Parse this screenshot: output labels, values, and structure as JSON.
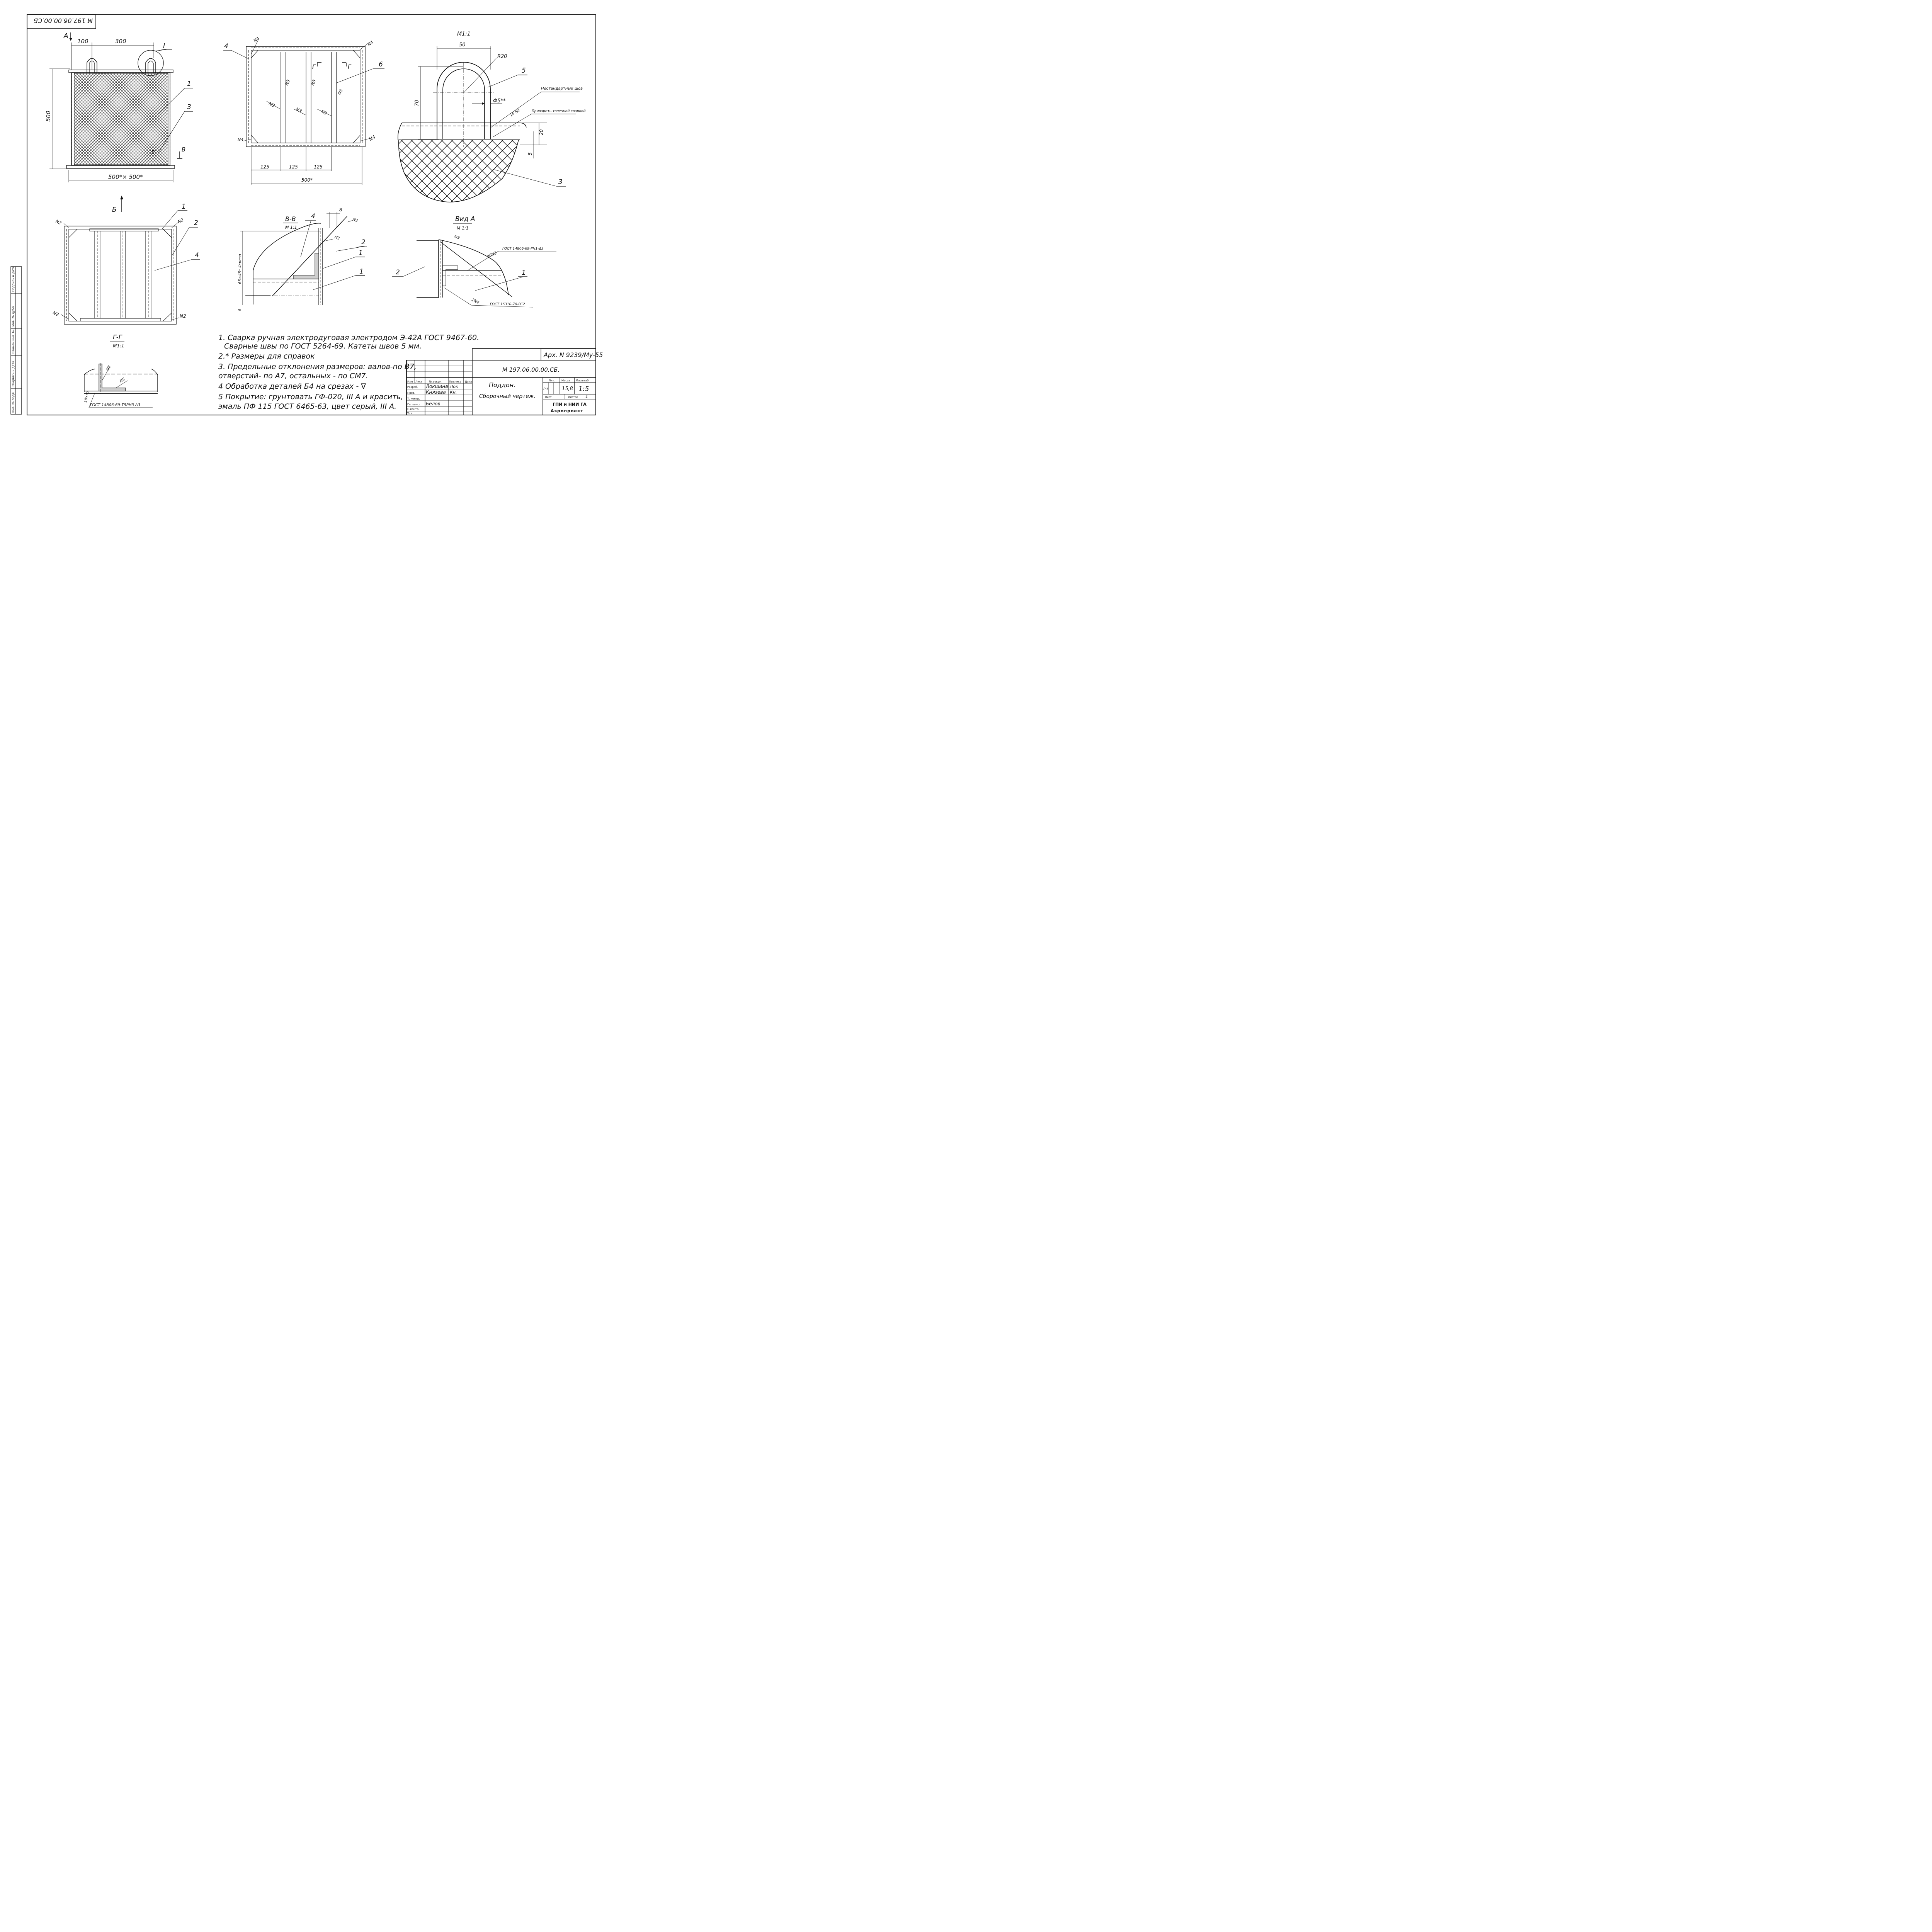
{
  "stamp_top": "М 197.06.00.00.СБ",
  "main_view": {
    "view_arrow_a": "А",
    "dim_100": "100",
    "dim_300": "300",
    "callout_detail": "I",
    "dim_500_vertical": "500",
    "dim_width": "500*× 500*",
    "callout_1": "1",
    "callout_3": "3",
    "section_b_mark": "В",
    "section_b_mark_lower": "Б"
  },
  "top_view": {
    "callout_4": "4",
    "callout_6": "6",
    "weld_n4_a": "N4",
    "weld_n4_b": "N4",
    "weld_n4_c": "N4",
    "weld_n4_d": "N4",
    "weld_n3_a": "N3",
    "weld_n3_b": "N3",
    "weld_n3_c": "N3",
    "weld_n3_d": "N3",
    "weld_n3_e": "N3",
    "weld_n3_f": "N3",
    "section_g_left": "Г",
    "section_g_right": "Г",
    "dim_125_a": "125",
    "dim_125_b": "125",
    "dim_125_c": "125",
    "dim_500": "500*"
  },
  "detail_view": {
    "scale": "М1:1",
    "dim_50": "50",
    "radius": "R20",
    "dim_70": "70",
    "diameter": "Ф5**",
    "weld_16n1": "16 N1",
    "callout_5": "5",
    "callout_3": "3",
    "note_nonstandard": "Нестандартный шов",
    "note_spot_weld": "Приварить точечной сваркой",
    "dim_20": "20",
    "dim_5": "5"
  },
  "bottom_view": {
    "view_arrow_b": "Б",
    "callout_1": "1",
    "callout_2": "2",
    "callout_4": "4",
    "weld_n2_a": "N2",
    "weld_n2_b": "N2",
    "weld_n2_c": "N2",
    "weld_n2_d": "N2",
    "section_title": "Г-Г",
    "section_scale": "М1:1"
  },
  "section_bb": {
    "title": "В-В",
    "scale": "М 1:1",
    "callout_4": "4",
    "callout_2": "2",
    "callout_1a": "1",
    "callout_1b": "1",
    "dim_8_top": "8",
    "dim_8_bottom": "8",
    "weld_n3_a": "N3",
    "weld_n3_b": "N3",
    "dim_vertical": "65×45* 4среза"
  },
  "view_a": {
    "title": "Вид А",
    "scale": "М 1:1",
    "callout_2": "2",
    "callout_1": "1",
    "weld_n3": "N3",
    "weld_26n3": "26N3",
    "gost_top": "ГОСТ 14806-69-РН1-Δ3",
    "weld_2n4": "2N4",
    "gost_bottom": "ГОСТ 16310-70-РС2"
  },
  "section_detail": {
    "weld_n5_a": "N5",
    "weld_n5_b": "N5",
    "dim": "18×45",
    "gost": "ГОСТ 14806-69-Т5РН3 Δ3"
  },
  "notes": [
    "1. Сварка ручная электродуговая электродом Э-42А ГОСТ 9467-60.",
    "Сварные швы по ГОСТ 5264-69. Катеты швов 5 мм.",
    "2.* Размеры для справок",
    "3. Предельные отклонения размеров: валов-по В7,",
    "отверстий- по А7, остальных - по СМ7.",
    "4 Обработка деталей Б4 на срезах - ∇",
    "5 Покрытие: грунтовать ГФ-020, III А и красить,",
    "эмаль ПФ 115 ГОСТ 6465-63, цвет серый, III А."
  ],
  "side_stamp": [
    "Инв. № подл.",
    "Подпись и дата",
    "Взамен инв. №",
    "Инв. № дубл.",
    "Подпись и дата"
  ],
  "title_block": {
    "archive": "Арх. N 9239/Му-55",
    "designation": "М 197.06.00.00.СБ.",
    "name": "Поддон.",
    "doc_type": "Сборочный чертеж.",
    "col_izm": "Изм",
    "col_list": "Лист",
    "col_doc": "№ докум.",
    "col_sign": "Подпись",
    "col_date": "Дата",
    "row_razrab": "Разраб.",
    "row_prov": "Пров.",
    "row_tkontr": "Т. контр.",
    "row_gl": "Гл. конст",
    "row_nkontr": "Н.контр.",
    "row_utv": "Утв.",
    "name_razrab": "Локшина",
    "name_prov": "Князева",
    "name_gl": "Белов",
    "sign_razrab": "Лок",
    "sign_prov": "Кн.",
    "lit_header": "Лит.",
    "mass_header": "Масса",
    "scale_header": "Масштаб",
    "lit_value": "РЧ",
    "mass_value": "15,8",
    "scale_value": "1:5",
    "sheet_label": "Лист",
    "sheets_label": "Листов",
    "sheets_value": "1",
    "org_1": "ГПИ и НИИ ГА",
    "org_2": "Аэропроект"
  }
}
